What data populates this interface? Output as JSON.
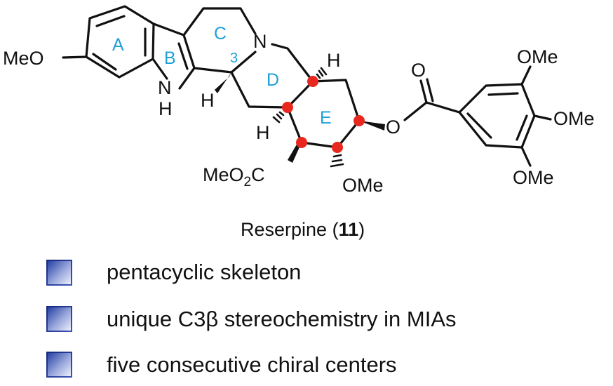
{
  "molecule": {
    "caption_name": "Reserpine",
    "caption_number": "11",
    "labels": {
      "meo_left": "MeO",
      "nh_n": "N",
      "nh_h": "H",
      "n_bridge": "N",
      "h3": "H",
      "h_top_right": "H",
      "h_mid": "H",
      "ome_c18": "OMe",
      "ester_o_carbonyl": "O",
      "ester_o_link": "O",
      "ome_top": "OMe",
      "ome_mid": "OMe",
      "ome_bottom": "OMe",
      "co2me_a": "MeO",
      "co2me_sub": "2",
      "co2me_b": "C"
    },
    "rings": {
      "a": "A",
      "b": "B",
      "c": "C",
      "d": "D",
      "e": "E",
      "position_3": "3"
    }
  },
  "bullets": [
    {
      "text": "pentacyclic skeleton"
    },
    {
      "text": "unique C3β stereochemistry in MIAs"
    },
    {
      "text": "five consecutive chiral centers"
    }
  ],
  "colors": {
    "bond": "#111111",
    "ring_label": "#1ea0d8",
    "stereocenter": "#e8281e",
    "bullet_dark": "#1f3aa0",
    "bullet_light": "#eef1fb"
  }
}
